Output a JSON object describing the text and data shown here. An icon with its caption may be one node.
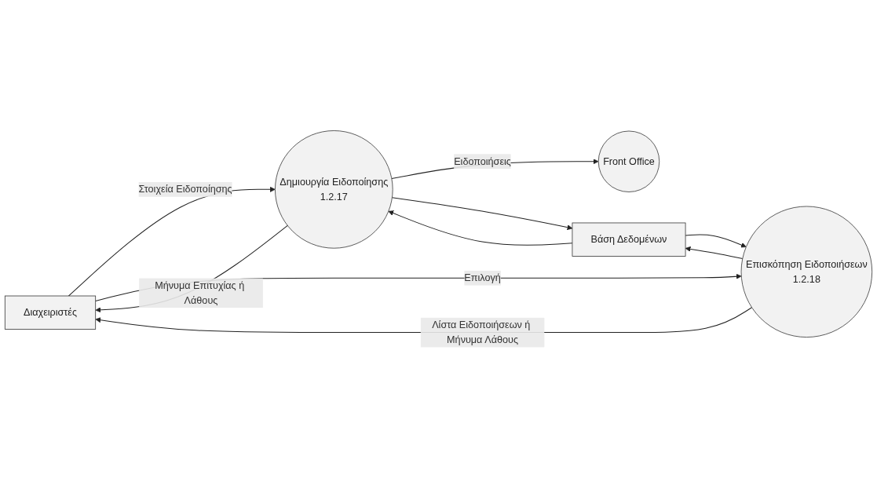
{
  "diagram": {
    "nodes": [
      {
        "text": [
          "Διαχειριστές"
        ]
      },
      {
        "text": [
          "Δημιουργία Ειδοποίησης",
          "1.2.17"
        ]
      },
      {
        "text": [
          "Front Office"
        ]
      },
      {
        "text": [
          "Βάση Δεδομένων"
        ]
      },
      {
        "text": [
          "Επισκόπηση Ειδοποιήσεων",
          "1.2.18"
        ]
      }
    ],
    "edges": [
      {
        "from": 0,
        "to": 1,
        "arrow": "to",
        "label": "Στοιχεία Ειδοποίησης"
      },
      {
        "from": 1,
        "to": 0,
        "arrow": "to",
        "label": "Μήνυμα Επιτυχίας ή Λάθους"
      },
      {
        "from": 1,
        "to": 2,
        "arrow": "to",
        "label": "Ειδοποιήσεις"
      },
      {
        "from": 1,
        "to": 3,
        "arrow": "to"
      },
      {
        "from": 3,
        "to": 1,
        "arrow": "to"
      },
      {
        "from": 0,
        "to": 4,
        "arrow": "to",
        "label": "Επιλογή"
      },
      {
        "from": 4,
        "to": 0,
        "arrow": "to",
        "label": "Λίστα Ειδοποιήσεων ή Μήνυμα Λάθους"
      },
      {
        "from": 4,
        "to": 3,
        "arrow": "to"
      },
      {
        "from": 3,
        "to": 4,
        "arrow": "to"
      }
    ]
  }
}
